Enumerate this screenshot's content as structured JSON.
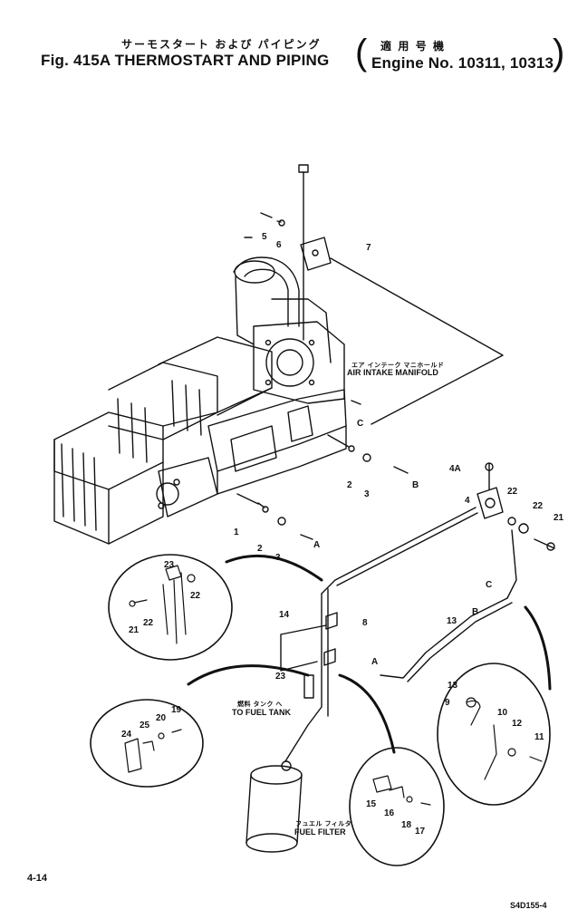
{
  "header": {
    "title_jp": "サーモスタート および パイピング",
    "title_en": "Fig. 415A THERMOSTART AND PIPING",
    "serial_jp": "適 用 号 機",
    "serial_en": "Engine No. 10311, 10313"
  },
  "annotations": {
    "air_intake_jp": "エア インテーク マニホールド",
    "air_intake": "AIR INTAKE MANIFOLD",
    "fuel_tank_jp": "燃料 タンク へ",
    "fuel_tank": "TO FUEL TANK",
    "fuel_filter_jp": "フュエル フィルタ",
    "fuel_filter": "FUEL FILTER"
  },
  "callouts": {
    "c1": "1",
    "c2a": "2",
    "c2b": "2",
    "c3a": "3",
    "c3b": "3",
    "c4": "4",
    "c4a": "4A",
    "c5": "5",
    "c6": "6",
    "c7": "7",
    "c8": "8",
    "c9": "9",
    "c10": "10",
    "c11": "11",
    "c12": "12",
    "c13a": "13",
    "c13b": "13",
    "c14": "14",
    "c15": "15",
    "c16": "16",
    "c17": "17",
    "c18": "18",
    "c19": "19",
    "c20": "20",
    "c21a": "21",
    "c21b": "21",
    "c22a": "22",
    "c22b": "22",
    "c22c": "22",
    "c23a": "23",
    "c23b": "23",
    "c24": "24",
    "c25": "25",
    "refA1": "A",
    "refA2": "A",
    "refB1": "B",
    "refB2": "B",
    "refC1": "C",
    "refC2": "C"
  },
  "footer": {
    "page": "4-14",
    "code": "S4D155-4"
  }
}
